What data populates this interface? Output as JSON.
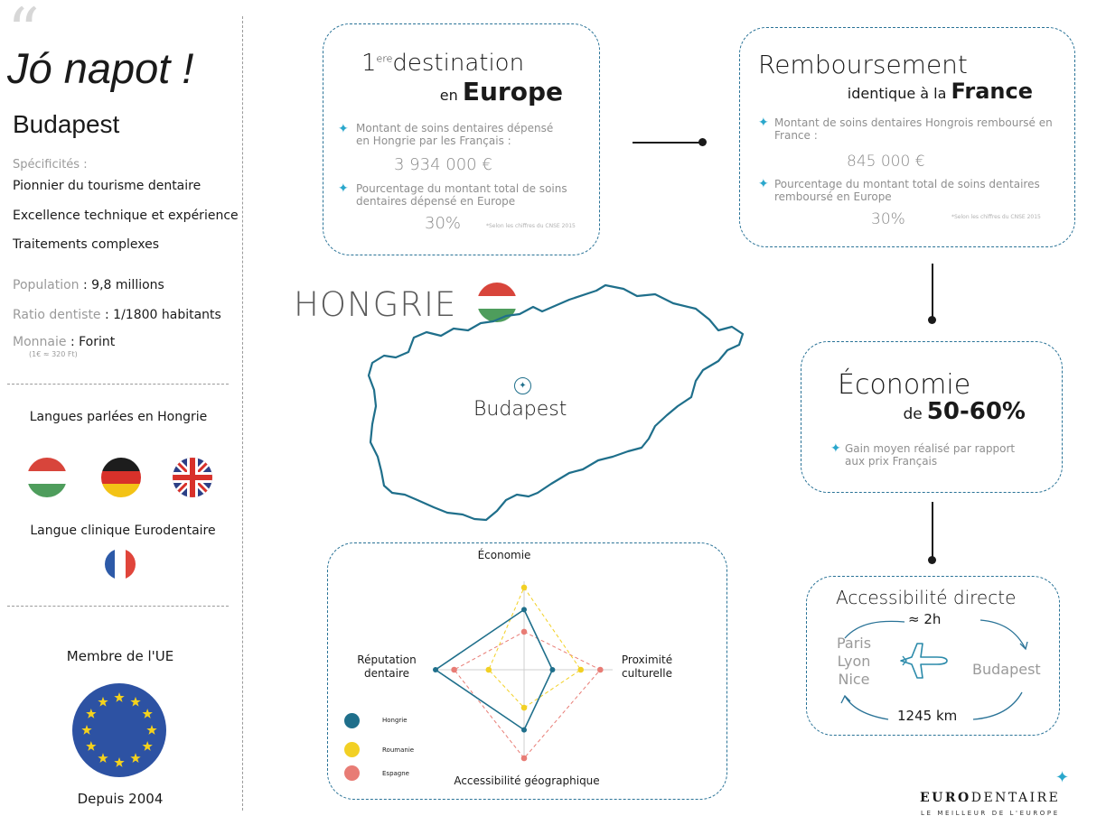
{
  "sidebar": {
    "greeting": "Jó napot !",
    "city": "Budapest",
    "specs_label": "Spécificités :",
    "specs": [
      "Pionnier du tourisme dentaire",
      "Excellence technique et expérience",
      "Traitements complexes"
    ],
    "population_label": "Population",
    "population_value": ": 9,8 millions",
    "ratio_label": "Ratio dentiste",
    "ratio_value": ": 1/1800 habitants",
    "currency_label": "Monnaie",
    "currency_value": ": Forint",
    "currency_rate": "(1€ ≈ 320 Ft)",
    "languages_title": "Langues parlées en Hongrie",
    "clinic_lang_title": "Langue clinique Eurodentaire",
    "eu_title": "Membre de  l'UE",
    "eu_since": "Depuis 2004"
  },
  "card1": {
    "title_sup": "ere",
    "title_num": "1",
    "title_rest": "destination",
    "subtitle_pre": "en",
    "subtitle_bold": "Europe",
    "item1": "Montant de soins dentaires dépensé en Hongrie par les Français :",
    "value1": "3 934 000 €",
    "item2": "Pourcentage du montant total de soins dentaires dépensé en Europe",
    "value2": "30%",
    "note": "*Selon les chiffres du CNSE 2015"
  },
  "card2": {
    "title": "Remboursement",
    "subtitle_pre": "identique à la",
    "subtitle_bold": "France",
    "item1": "Montant de soins dentaires Hongrois remboursé en France :",
    "value1": "845 000 €",
    "item2": "Pourcentage du montant total de soins dentaires remboursé en Europe",
    "value2": "30%",
    "note": "*Selon les chiffres du CNSE 2015"
  },
  "map": {
    "country": "HONGRIE",
    "capital": "Budapest"
  },
  "card3": {
    "title": "Économie",
    "subtitle_pre": "de",
    "subtitle_bold": "50-60%",
    "item": "Gain moyen réalisé par rapport aux prix Français"
  },
  "card4": {
    "title": "Accessibilité directe",
    "time": "≈ 2h",
    "cities": [
      "Paris",
      "Lyon",
      "Nice"
    ],
    "destination": "Budapest",
    "distance": "1245 km"
  },
  "radar": {
    "axes": [
      "Économie",
      "Proximité culturelle",
      "Accessibilité géographique",
      "Réputation dentaire"
    ],
    "legend": [
      "Hongrie",
      "Roumanie",
      "Espagne"
    ],
    "colors": {
      "hongrie": "#1f6f8b",
      "roumanie": "#f2d024",
      "espagne": "#e87c75"
    },
    "chart_data": {
      "type": "radar",
      "axes": [
        "Économie",
        "Proximité culturelle",
        "Accessibilité géographique",
        "Réputation dentaire"
      ],
      "series": [
        {
          "name": "Hongrie",
          "values": [
            0.68,
            0.32,
            0.68,
            1.0
          ]
        },
        {
          "name": "Roumanie",
          "values": [
            0.93,
            0.64,
            0.43,
            0.4
          ]
        },
        {
          "name": "Espagne",
          "values": [
            0.43,
            0.86,
            1.0,
            0.79
          ]
        }
      ],
      "range": [
        0,
        1
      ]
    }
  },
  "brand": {
    "name_bold": "EURO",
    "name_rest": "DENTAIRE",
    "tagline": "LE MEILLEUR DE L'EUROPE"
  }
}
